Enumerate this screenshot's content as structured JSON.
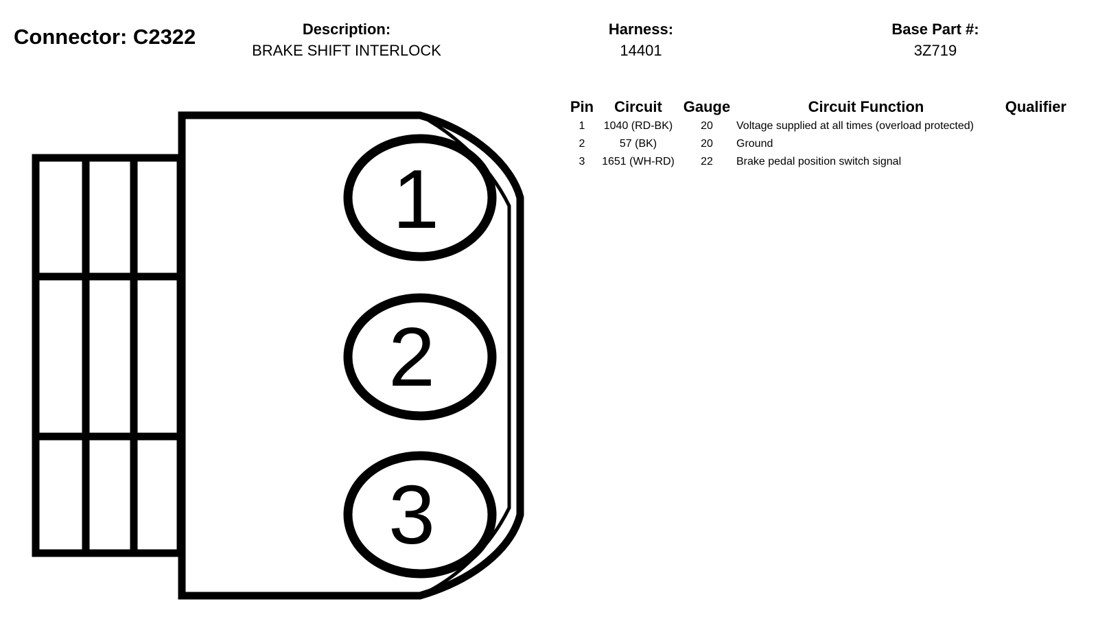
{
  "connector": {
    "title": "Connector: C2322"
  },
  "header": {
    "description_label": "Description:",
    "description_value": "BRAKE SHIFT INTERLOCK",
    "harness_label": "Harness:",
    "harness_value": "14401",
    "base_part_label": "Base Part #:",
    "base_part_value": "3Z719"
  },
  "table": {
    "columns": {
      "pin": "Pin",
      "circuit": "Circuit",
      "gauge": "Gauge",
      "function": "Circuit Function",
      "qualifier": "Qualifier"
    },
    "rows": [
      {
        "pin": "1",
        "circuit": "1040 (RD-BK)",
        "gauge": "20",
        "function": "Voltage supplied at all times (overload protected)",
        "qualifier": ""
      },
      {
        "pin": "2",
        "circuit": "57 (BK)",
        "gauge": "20",
        "function": "Ground",
        "qualifier": ""
      },
      {
        "pin": "3",
        "circuit": "1651 (WH-RD)",
        "gauge": "22",
        "function": "Brake pedal position switch signal",
        "qualifier": ""
      }
    ]
  },
  "diagram": {
    "pins": [
      "1",
      "2",
      "3"
    ],
    "stroke_color": "#000000",
    "fill_color": "#ffffff"
  }
}
